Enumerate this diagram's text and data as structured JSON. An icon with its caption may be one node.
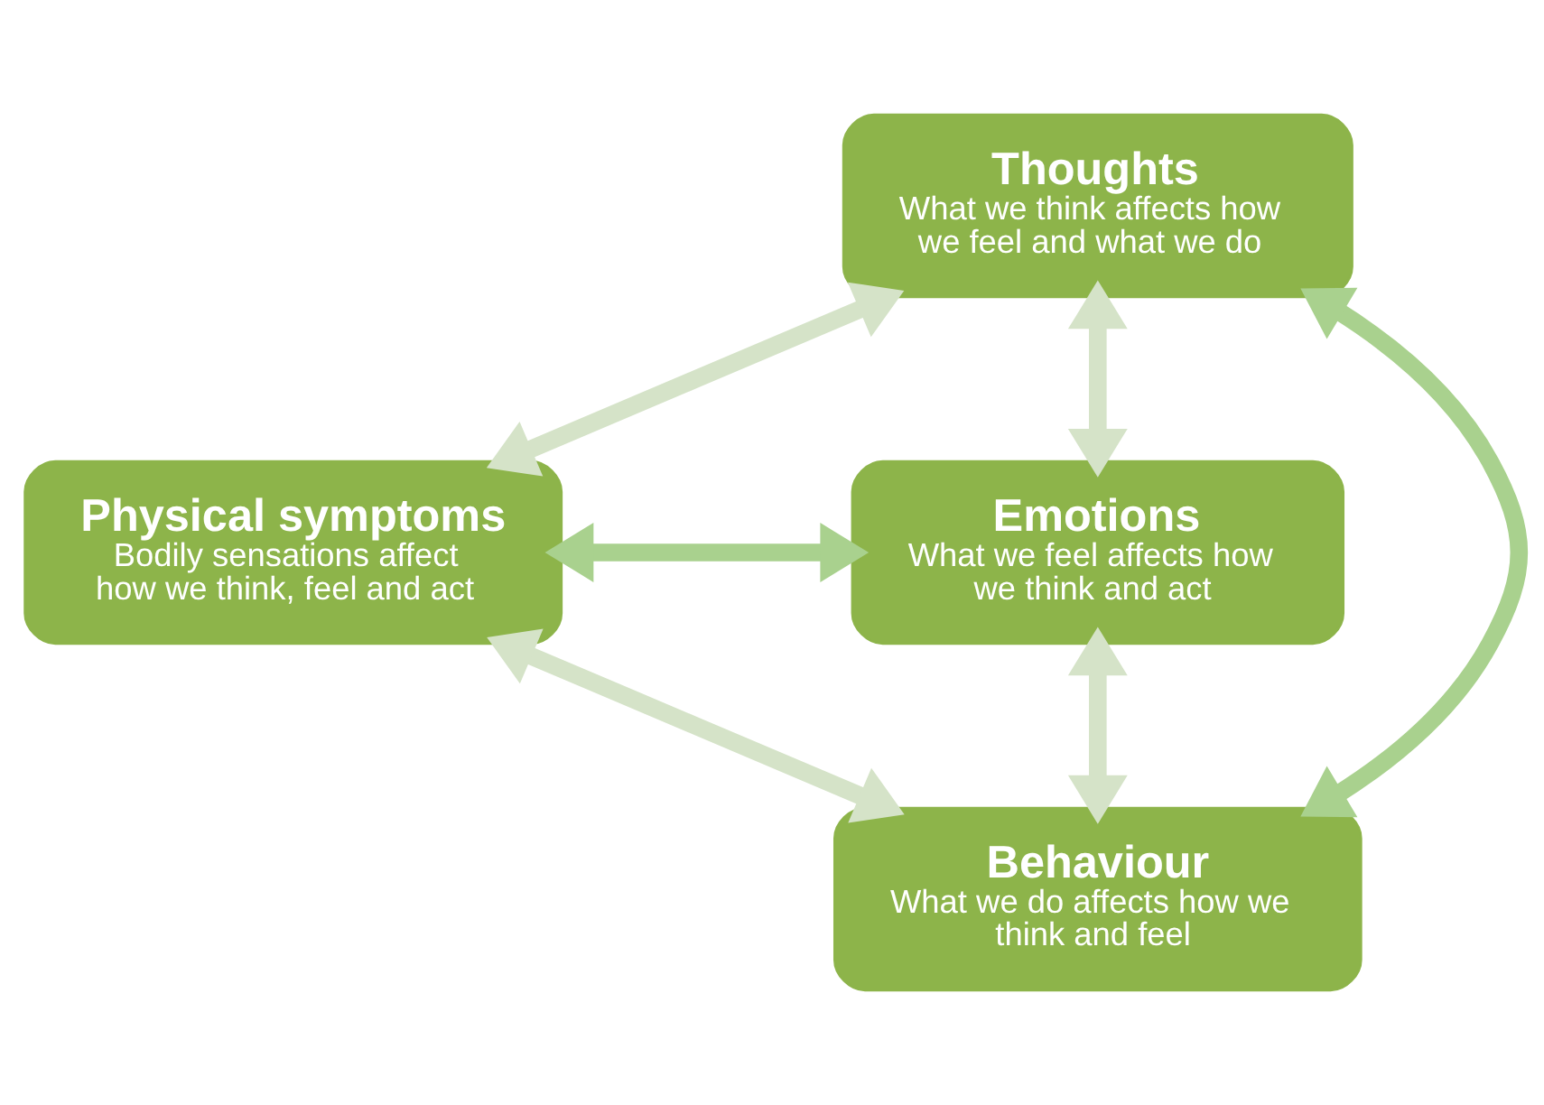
{
  "diagram": {
    "nodes": [
      {
        "text": [
          "Thoughts",
          "What we think affects how we feel and what we do"
        ]
      },
      {
        "text": [
          "Physical symptoms",
          "Bodily sensations affect how we think, feel and act"
        ]
      },
      {
        "text": [
          "Emotions",
          "What we feel affects how we think and act"
        ]
      },
      {
        "text": [
          "Behaviour",
          "What we do affects how we think and feel"
        ]
      }
    ],
    "edges": [
      {
        "from": 0,
        "to": 1,
        "arrow": "both"
      },
      {
        "from": 0,
        "to": 2,
        "arrow": "both"
      },
      {
        "from": 0,
        "to": 3,
        "arrow": "both",
        "color": "#a9d18e"
      },
      {
        "from": 1,
        "to": 2,
        "arrow": "both",
        "color": "#a9d18e"
      },
      {
        "from": 1,
        "to": 3,
        "arrow": "both"
      },
      {
        "from": 2,
        "to": 3,
        "arrow": "both"
      }
    ]
  }
}
